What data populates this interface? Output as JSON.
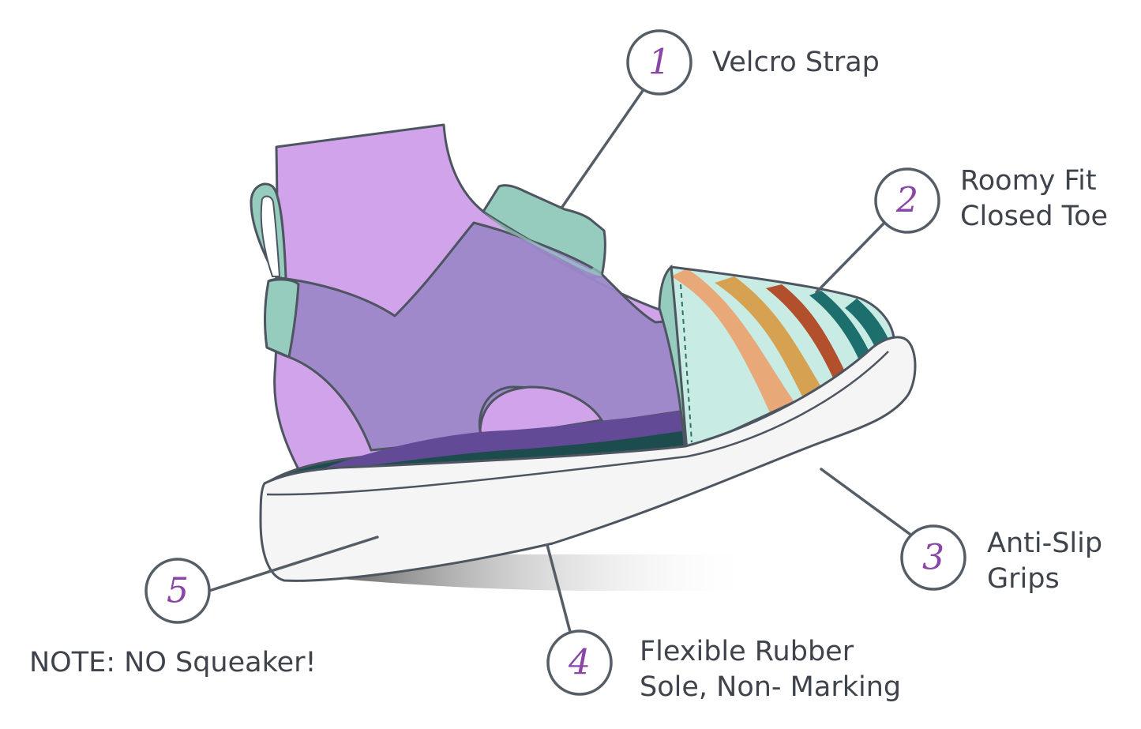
{
  "callouts": [
    {
      "number": "1",
      "lines": [
        "Velcro Strap"
      ]
    },
    {
      "number": "2",
      "lines": [
        "Roomy Fit",
        "Closed Toe"
      ]
    },
    {
      "number": "3",
      "lines": [
        "Anti-Slip",
        "Grips"
      ]
    },
    {
      "number": "4",
      "lines": [
        "Flexible Rubber",
        "Sole, Non- Marking"
      ]
    },
    {
      "number": "5",
      "lines": []
    }
  ],
  "note": "NOTE: NO Squeaker!",
  "colors": {
    "sock": "#d1a3ea",
    "upper": "#9c88c8",
    "strap": "#96ccbd",
    "toe_base": "#c8ebe3",
    "stripes": [
      "#e9a878",
      "#d7a152",
      "#b24f2c",
      "#1d6f6d"
    ],
    "insole_dark": "#1d4c4e",
    "insole_purple": "#634a96",
    "sole": "#f5f5f5",
    "outline": "#4d5560",
    "number": "#8a45a8"
  },
  "icons": [
    "shoe-illustration"
  ]
}
